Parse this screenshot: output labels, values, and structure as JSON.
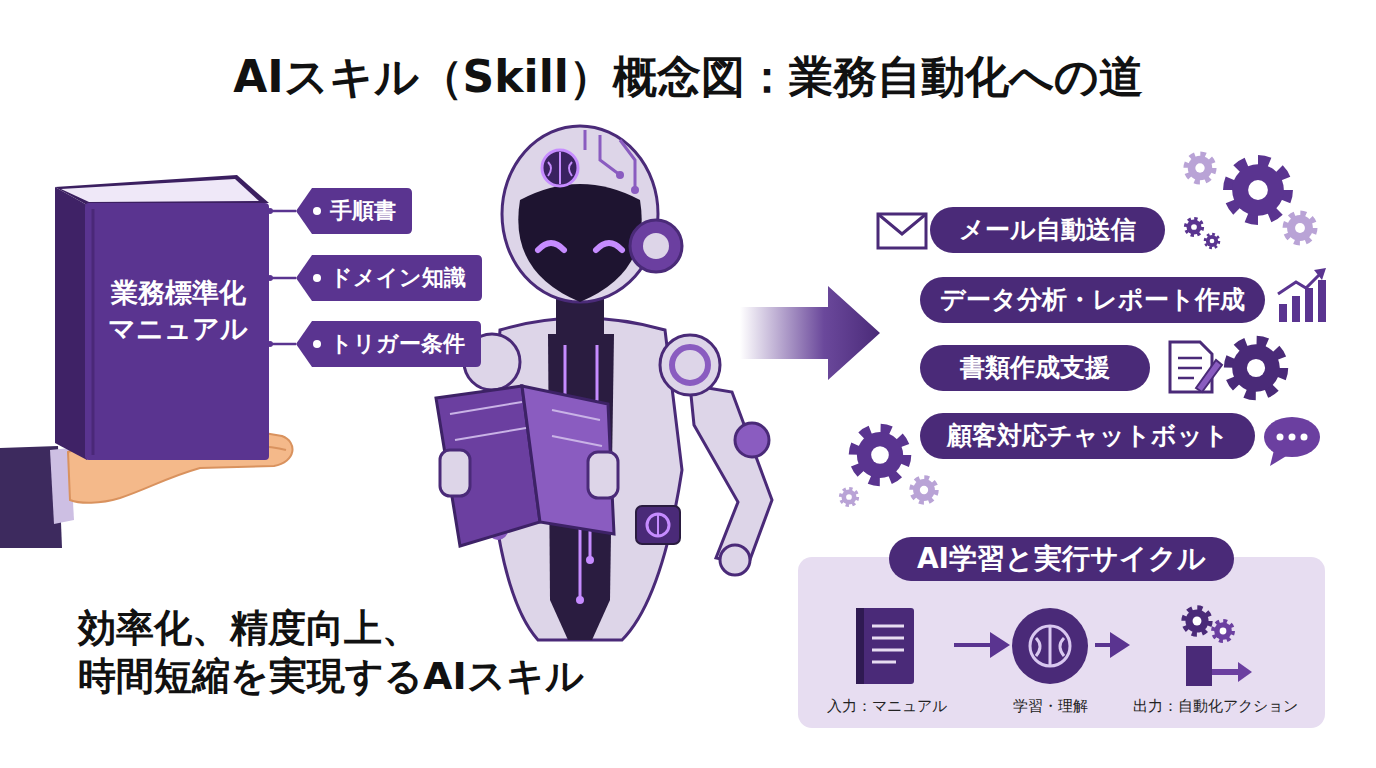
{
  "diagram": {
    "title": "AIスキル（Skill）概念図：業務自動化への道",
    "nodes": [
      {
        "text": [
          "業務標準化 マニュアル"
        ]
      },
      {
        "text": [
          "手順書"
        ]
      },
      {
        "text": [
          "ドメイン知識"
        ]
      },
      {
        "text": [
          "トリガー条件"
        ]
      },
      {
        "text": [
          "メール自動送信"
        ]
      },
      {
        "text": [
          "データ分析・レポート作成"
        ]
      },
      {
        "text": [
          "書類作成支援"
        ]
      },
      {
        "text": [
          "顧客対応チャットボット"
        ]
      },
      {
        "text": [
          "AI学習と実行サイクル"
        ]
      },
      {
        "text": [
          "入力：マニュアル"
        ],
        "in": 8
      },
      {
        "text": [
          "学習・理解"
        ],
        "in": 8
      },
      {
        "text": [
          "出力：自動化アクション"
        ],
        "in": 8
      }
    ],
    "edges": [
      {
        "from": 0,
        "to": 1,
        "arrow": "none"
      },
      {
        "from": 0,
        "to": 2,
        "arrow": "none"
      },
      {
        "from": 0,
        "to": 3,
        "arrow": "none"
      },
      {
        "from": 9,
        "to": 10,
        "arrow": "to"
      },
      {
        "from": 10,
        "to": 11,
        "arrow": "to"
      }
    ],
    "labels": [
      "効率化、精度向上、 時間短縮を実現するAIスキル"
    ]
  }
}
